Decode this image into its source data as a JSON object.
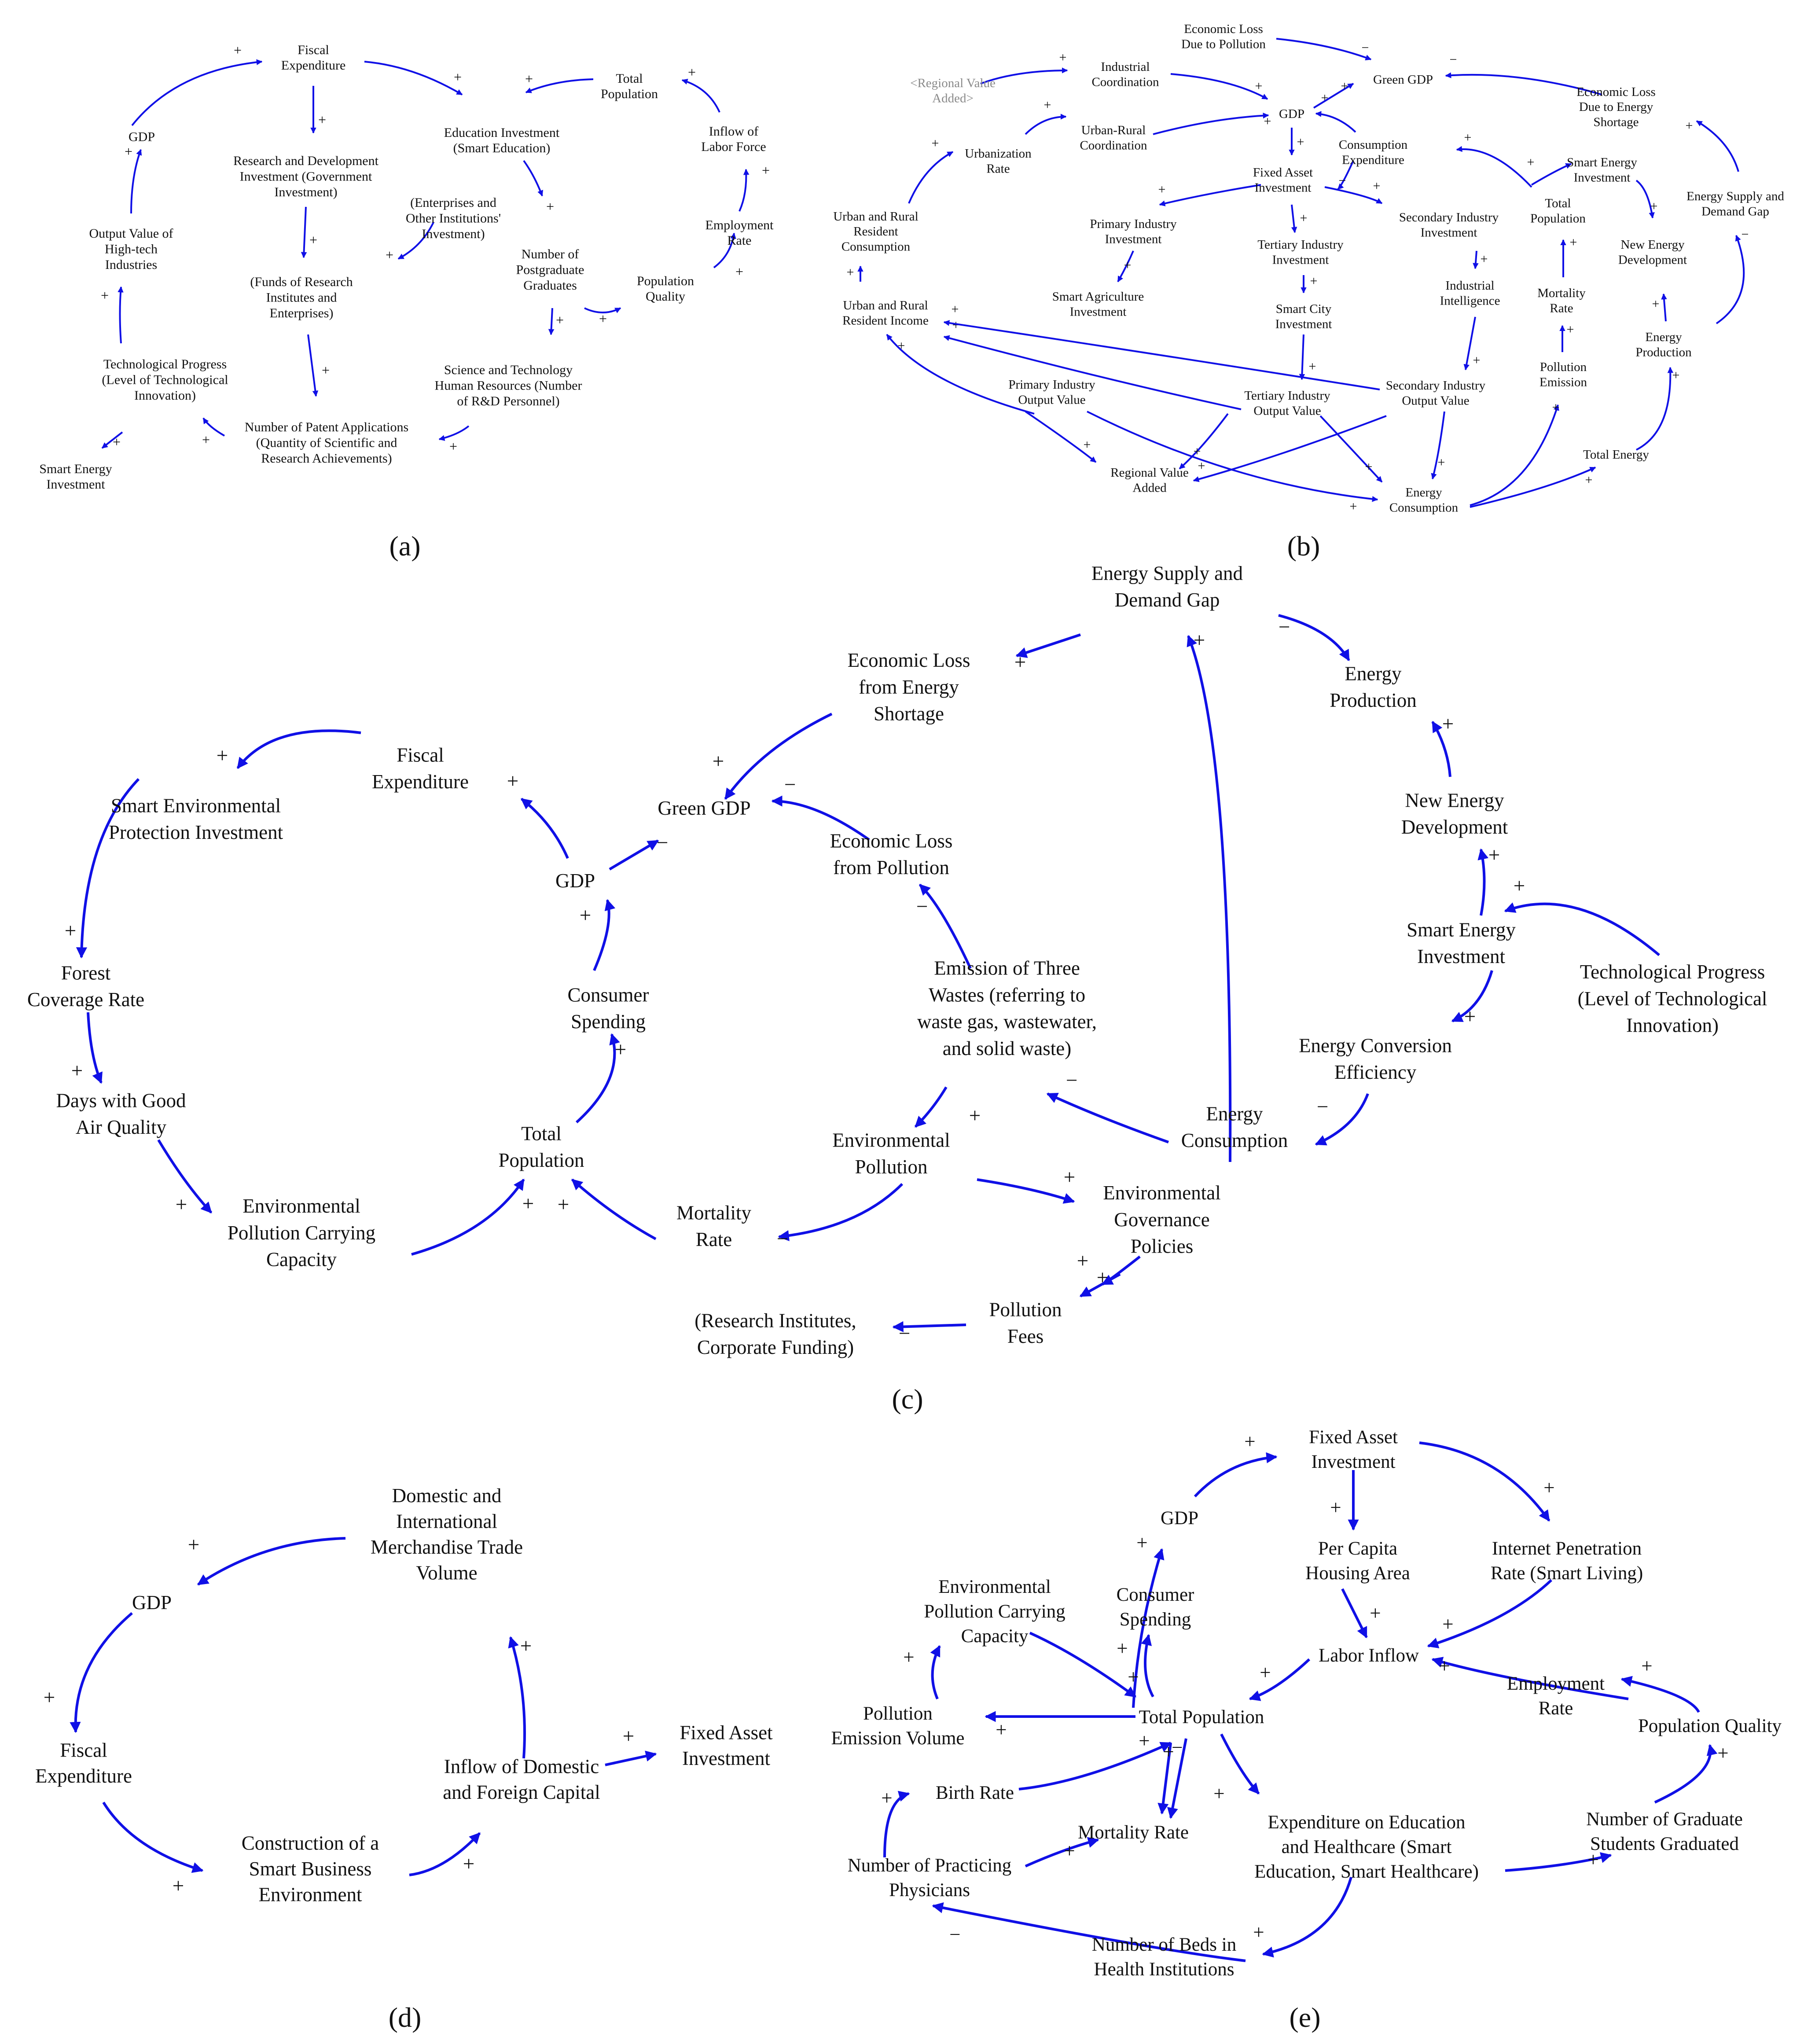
{
  "panels": [
    {
      "label": "(a)",
      "scale": 1.0,
      "arrow_color": "#1010e6",
      "nodes": [
        {
          "id": "fe",
          "lines": [
            "Fiscal",
            "Expenditure"
          ]
        },
        {
          "id": "rdi",
          "lines": [
            "Research and Development",
            "Investment (Government",
            "Investment)"
          ]
        },
        {
          "id": "eoi",
          "lines": [
            "(Enterprises and",
            "Other Institutions'",
            "Investment)"
          ]
        },
        {
          "id": "fri",
          "lines": [
            "(Funds of Research",
            "Institutes and",
            "Enterprises)"
          ]
        },
        {
          "id": "npa",
          "lines": [
            "Number of Patent Applications",
            "(Quantity of Scientific and",
            "Research Achievements)"
          ]
        },
        {
          "id": "gdp",
          "lines": [
            "GDP"
          ]
        },
        {
          "id": "ovh",
          "lines": [
            "Output Value of",
            "High-tech",
            "Industries"
          ]
        },
        {
          "id": "tp",
          "lines": [
            "Technological Progress",
            "(Level of Technological",
            "Innovation)"
          ]
        },
        {
          "id": "sei",
          "lines": [
            "Smart Energy",
            "Investment"
          ]
        },
        {
          "id": "ei",
          "lines": [
            "Education Investment",
            "(Smart Education)"
          ]
        },
        {
          "id": "npg",
          "lines": [
            "Number of",
            "Postgraduate",
            "Graduates"
          ]
        },
        {
          "id": "sthr",
          "lines": [
            "Science and Technology",
            "Human Resources (Number",
            "of R&D Personnel)"
          ]
        },
        {
          "id": "tpop",
          "lines": [
            "Total",
            "Population"
          ]
        },
        {
          "id": "ilf",
          "lines": [
            "Inflow of",
            "Labor Force"
          ]
        },
        {
          "id": "er",
          "lines": [
            "Employment",
            "Rate"
          ]
        },
        {
          "id": "pq",
          "lines": [
            "Population",
            "Quality"
          ]
        }
      ],
      "links": [
        {
          "sign": "+"
        },
        {
          "sign": "+"
        },
        {
          "sign": "+"
        },
        {
          "sign": "+"
        },
        {
          "sign": "+"
        },
        {
          "sign": "+"
        },
        {
          "sign": "+"
        },
        {
          "sign": "+"
        },
        {
          "sign": "+"
        },
        {
          "sign": "+"
        },
        {
          "sign": "+"
        },
        {
          "sign": "+"
        },
        {
          "sign": "+"
        },
        {
          "sign": "+"
        },
        {
          "sign": "+"
        },
        {
          "sign": "+"
        },
        {
          "sign": "+"
        },
        {
          "sign": "+"
        }
      ]
    },
    {
      "label": "(b)",
      "scale": 0.93,
      "arrow_color": "#1010e6",
      "nodes": [
        {
          "id": "elp",
          "lines": [
            "Economic Loss",
            "Due to Pollution"
          ]
        },
        {
          "id": "ggdp",
          "lines": [
            "Green GDP"
          ]
        },
        {
          "id": "eles",
          "lines": [
            "Economic Loss",
            "Due to Energy",
            "Shortage"
          ]
        },
        {
          "id": "rva1",
          "lines": [
            "<Regional Value",
            "Added>"
          ]
        },
        {
          "id": "ic",
          "lines": [
            "Industrial",
            "Coordination"
          ]
        },
        {
          "id": "gdp",
          "lines": [
            "GDP"
          ]
        },
        {
          "id": "urc",
          "lines": [
            "Urban-Rural",
            "Coordination"
          ]
        },
        {
          "id": "ur",
          "lines": [
            "Urbanization",
            "Rate"
          ]
        },
        {
          "id": "ce",
          "lines": [
            "Consumption",
            "Expenditure"
          ]
        },
        {
          "id": "sei",
          "lines": [
            "Smart Energy",
            "Investment"
          ]
        },
        {
          "id": "esdg",
          "lines": [
            "Energy Supply and",
            "Demand Gap"
          ]
        },
        {
          "id": "urrc",
          "lines": [
            "Urban and Rural",
            "Resident",
            "Consumption"
          ]
        },
        {
          "id": "fai",
          "lines": [
            "Fixed Asset",
            "Investment"
          ]
        },
        {
          "id": "tpop",
          "lines": [
            "Total",
            "Population"
          ]
        },
        {
          "id": "ned",
          "lines": [
            "New Energy",
            "Development"
          ]
        },
        {
          "id": "pii",
          "lines": [
            "Primary Industry",
            "Investment"
          ]
        },
        {
          "id": "tii",
          "lines": [
            "Tertiary Industry",
            "Investment"
          ]
        },
        {
          "id": "sii",
          "lines": [
            "Secondary Industry",
            "Investment"
          ]
        },
        {
          "id": "mr",
          "lines": [
            "Mortality",
            "Rate"
          ]
        },
        {
          "id": "eprod",
          "lines": [
            "Energy",
            "Production"
          ]
        },
        {
          "id": "sai",
          "lines": [
            "Smart Agriculture",
            "Investment"
          ]
        },
        {
          "id": "sci",
          "lines": [
            "Smart City",
            "Investment"
          ]
        },
        {
          "id": "ii",
          "lines": [
            "Industrial",
            "Intelligence"
          ]
        },
        {
          "id": "urri",
          "lines": [
            "Urban and Rural",
            "Resident Income"
          ]
        },
        {
          "id": "pe",
          "lines": [
            "Pollution",
            "Emission"
          ]
        },
        {
          "id": "piov",
          "lines": [
            "Primary Industry",
            "Output Value"
          ]
        },
        {
          "id": "tiov",
          "lines": [
            "Tertiary Industry",
            "Output Value"
          ]
        },
        {
          "id": "siov",
          "lines": [
            "Secondary Industry",
            "Output Value"
          ]
        },
        {
          "id": "rva",
          "lines": [
            "Regional Value",
            "Added"
          ]
        },
        {
          "id": "ec",
          "lines": [
            "Energy",
            "Consumption"
          ]
        },
        {
          "id": "te",
          "lines": [
            "Total Energy"
          ]
        }
      ],
      "links": [
        {
          "sign": "−"
        },
        {
          "sign": "−"
        },
        {
          "sign": "+"
        },
        {
          "sign": "+"
        },
        {
          "sign": "+"
        },
        {
          "sign": "+"
        },
        {
          "sign": "+"
        },
        {
          "sign": "+"
        },
        {
          "sign": "+"
        },
        {
          "sign": "+"
        },
        {
          "sign": "+"
        },
        {
          "sign": "+"
        },
        {
          "sign": "+"
        },
        {
          "sign": "+"
        },
        {
          "sign": "+"
        },
        {
          "sign": "+"
        },
        {
          "sign": "+"
        },
        {
          "sign": "+"
        },
        {
          "sign": "+"
        },
        {
          "sign": "+"
        },
        {
          "sign": "+"
        },
        {
          "sign": "+"
        },
        {
          "sign": "+"
        },
        {
          "sign": "+"
        },
        {
          "sign": "+"
        },
        {
          "sign": "+"
        },
        {
          "sign": "+"
        },
        {
          "sign": "+"
        },
        {
          "sign": "+"
        },
        {
          "sign": "+"
        },
        {
          "sign": "+"
        },
        {
          "sign": "+"
        },
        {
          "sign": "+"
        },
        {
          "sign": "+"
        },
        {
          "sign": "+"
        },
        {
          "sign": "+"
        },
        {
          "sign": "−"
        },
        {
          "sign": "+"
        },
        {
          "sign": "+"
        },
        {
          "sign": "−"
        }
      ]
    },
    {
      "label": "(c)",
      "scale": 1.55,
      "arrow_color": "#1010e6",
      "nodes": [
        {
          "id": "esdg",
          "lines": [
            "Energy Supply and",
            "Demand Gap"
          ]
        },
        {
          "id": "eles",
          "lines": [
            "Economic Loss",
            "from Energy",
            "Shortage"
          ]
        },
        {
          "id": "eprod",
          "lines": [
            "Energy",
            "Production"
          ]
        },
        {
          "id": "fe",
          "lines": [
            "Fiscal",
            "Expenditure"
          ]
        },
        {
          "id": "sepi",
          "lines": [
            "Smart Environmental",
            "Protection Investment"
          ]
        },
        {
          "id": "ggdp",
          "lines": [
            "Green GDP"
          ]
        },
        {
          "id": "elp",
          "lines": [
            "Economic Loss",
            "from Pollution"
          ]
        },
        {
          "id": "ned",
          "lines": [
            "New Energy",
            "Development"
          ]
        },
        {
          "id": "gdp",
          "lines": [
            "GDP"
          ]
        },
        {
          "id": "sei",
          "lines": [
            "Smart Energy",
            "Investment"
          ]
        },
        {
          "id": "tp",
          "lines": [
            "Technological Progress",
            "(Level of Technological",
            "Innovation)"
          ]
        },
        {
          "id": "fcr",
          "lines": [
            "Forest",
            "Coverage Rate"
          ]
        },
        {
          "id": "cs",
          "lines": [
            "Consumer",
            "Spending"
          ]
        },
        {
          "id": "etw",
          "lines": [
            "Emission of Three",
            "Wastes (referring to",
            "waste gas, wastewater,",
            "and solid waste)"
          ]
        },
        {
          "id": "ece",
          "lines": [
            "Energy Conversion",
            "Efficiency"
          ]
        },
        {
          "id": "dgaq",
          "lines": [
            "Days with Good",
            "Air Quality"
          ]
        },
        {
          "id": "tpop",
          "lines": [
            "Total",
            "Population"
          ]
        },
        {
          "id": "ec",
          "lines": [
            "Energy",
            "Consumption"
          ]
        },
        {
          "id": "ep",
          "lines": [
            "Environmental",
            "Pollution"
          ]
        },
        {
          "id": "epcc",
          "lines": [
            "Environmental",
            "Pollution Carrying",
            "Capacity"
          ]
        },
        {
          "id": "egp",
          "lines": [
            "Environmental",
            "Governance",
            "Policies"
          ]
        },
        {
          "id": "mr",
          "lines": [
            "Mortality",
            "Rate"
          ]
        },
        {
          "id": "rif",
          "lines": [
            "(Research Institutes,",
            "Corporate Funding)"
          ]
        },
        {
          "id": "pf",
          "lines": [
            "Pollution",
            "Fees"
          ]
        }
      ],
      "links": [
        {
          "sign": "+"
        },
        {
          "sign": "−"
        },
        {
          "sign": "+"
        },
        {
          "sign": "−"
        },
        {
          "sign": "+"
        },
        {
          "sign": "+"
        },
        {
          "sign": "−"
        },
        {
          "sign": "−"
        },
        {
          "sign": "+"
        },
        {
          "sign": "+"
        },
        {
          "sign": "+"
        },
        {
          "sign": "+"
        },
        {
          "sign": "+"
        },
        {
          "sign": "+"
        },
        {
          "sign": "+"
        },
        {
          "sign": "+"
        },
        {
          "sign": "+"
        },
        {
          "sign": "+"
        },
        {
          "sign": "+"
        },
        {
          "sign": "−"
        },
        {
          "sign": "+"
        },
        {
          "sign": "−"
        },
        {
          "sign": "+"
        },
        {
          "sign": "−"
        },
        {
          "sign": "+"
        },
        {
          "sign": "+"
        },
        {
          "sign": "−"
        },
        {
          "sign": "+"
        }
      ]
    },
    {
      "label": "(d)",
      "scale": 1.55,
      "arrow_color": "#1010e6",
      "nodes": [
        {
          "id": "dimtv",
          "lines": [
            "Domestic and",
            "International",
            "Merchandise Trade",
            "Volume"
          ]
        },
        {
          "id": "gdp",
          "lines": [
            "GDP"
          ]
        },
        {
          "id": "fe",
          "lines": [
            "Fiscal",
            "Expenditure"
          ]
        },
        {
          "id": "idfc",
          "lines": [
            "Inflow of Domestic",
            "and Foreign Capital"
          ]
        },
        {
          "id": "fai",
          "lines": [
            "Fixed Asset",
            "Investment"
          ]
        },
        {
          "id": "csbe",
          "lines": [
            "Construction of a",
            "Smart Business",
            "Environment"
          ]
        }
      ],
      "links": [
        {
          "sign": "+"
        },
        {
          "sign": "+"
        },
        {
          "sign": "+"
        },
        {
          "sign": "+"
        },
        {
          "sign": "+"
        },
        {
          "sign": "+"
        }
      ]
    },
    {
      "label": "(e)",
      "scale": 1.42,
      "arrow_color": "#1010e6",
      "nodes": [
        {
          "id": "fai",
          "lines": [
            "Fixed Asset",
            "Investment"
          ]
        },
        {
          "id": "gdp",
          "lines": [
            "GDP"
          ]
        },
        {
          "id": "pcha",
          "lines": [
            "Per Capita",
            "Housing Area"
          ]
        },
        {
          "id": "ipr",
          "lines": [
            "Internet Penetration",
            "Rate (Smart Living)"
          ]
        },
        {
          "id": "epcc",
          "lines": [
            "Environmental",
            "Pollution Carrying",
            "Capacity"
          ]
        },
        {
          "id": "cs",
          "lines": [
            "Consumer",
            "Spending"
          ]
        },
        {
          "id": "li",
          "lines": [
            "Labor Inflow"
          ]
        },
        {
          "id": "er",
          "lines": [
            "Employment",
            "Rate"
          ]
        },
        {
          "id": "pev",
          "lines": [
            "Pollution",
            "Emission Volume"
          ]
        },
        {
          "id": "tpop",
          "lines": [
            "Total Population"
          ]
        },
        {
          "id": "pq",
          "lines": [
            "Population Quality"
          ]
        },
        {
          "id": "br",
          "lines": [
            "Birth Rate"
          ]
        },
        {
          "id": "ngs",
          "lines": [
            "Number of Graduate",
            "Students Graduated"
          ]
        },
        {
          "id": "eeh",
          "lines": [
            "Expenditure on Education",
            "and Healthcare (Smart",
            "Education, Smart Healthcare)"
          ]
        },
        {
          "id": "mr",
          "lines": [
            "Mortality Rate"
          ]
        },
        {
          "id": "npp",
          "lines": [
            "Number of Practicing",
            "Physicians"
          ]
        },
        {
          "id": "nbhi",
          "lines": [
            "Number of Beds in",
            "Health Institutions"
          ]
        }
      ],
      "links": [
        {
          "sign": "+"
        },
        {
          "sign": "+"
        },
        {
          "sign": "+"
        },
        {
          "sign": "+"
        },
        {
          "sign": "+"
        },
        {
          "sign": "+"
        },
        {
          "sign": "+"
        },
        {
          "sign": "+"
        },
        {
          "sign": "+"
        },
        {
          "sign": "+"
        },
        {
          "sign": "+"
        },
        {
          "sign": "+"
        },
        {
          "sign": "+"
        },
        {
          "sign": "+"
        },
        {
          "sign": "+"
        },
        {
          "sign": "+"
        },
        {
          "sign": "−"
        },
        {
          "sign": "+"
        },
        {
          "sign": "+"
        },
        {
          "sign": "+"
        },
        {
          "sign": "−"
        },
        {
          "sign": "+"
        },
        {
          "sign": "+"
        }
      ]
    }
  ]
}
